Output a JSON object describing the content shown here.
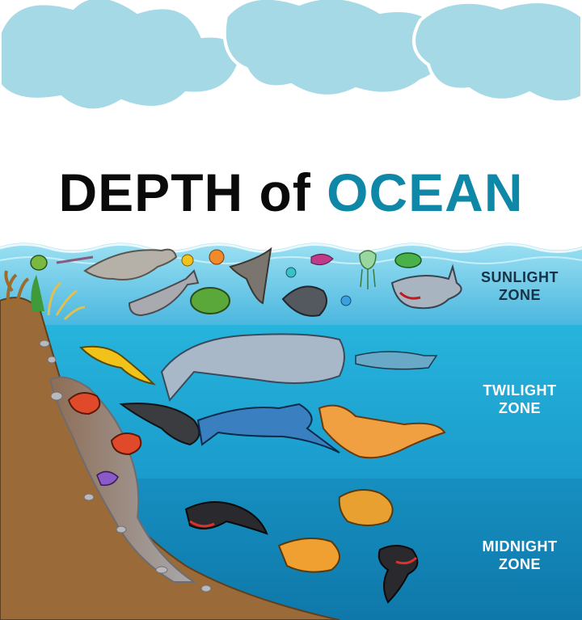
{
  "title": {
    "part1": "DEPTH of",
    "part2": "OCEAN"
  },
  "colors": {
    "title_dark": "#0a0a0a",
    "title_blue": "#0f87a6",
    "sky_clouds": "#a6d9e6",
    "sunlight_zone": "#5fc3e6",
    "twilight_zone": "#1ea7d2",
    "midnight_zone": "#1287b8",
    "seabed": "#9a6a38"
  },
  "zones": [
    {
      "line1": "SUNLIGHT",
      "line2": "ZONE"
    },
    {
      "line1": "TWILIGHT",
      "line2": "ZONE"
    },
    {
      "line1": "MIDNIGHT",
      "line2": "ZONE"
    }
  ]
}
